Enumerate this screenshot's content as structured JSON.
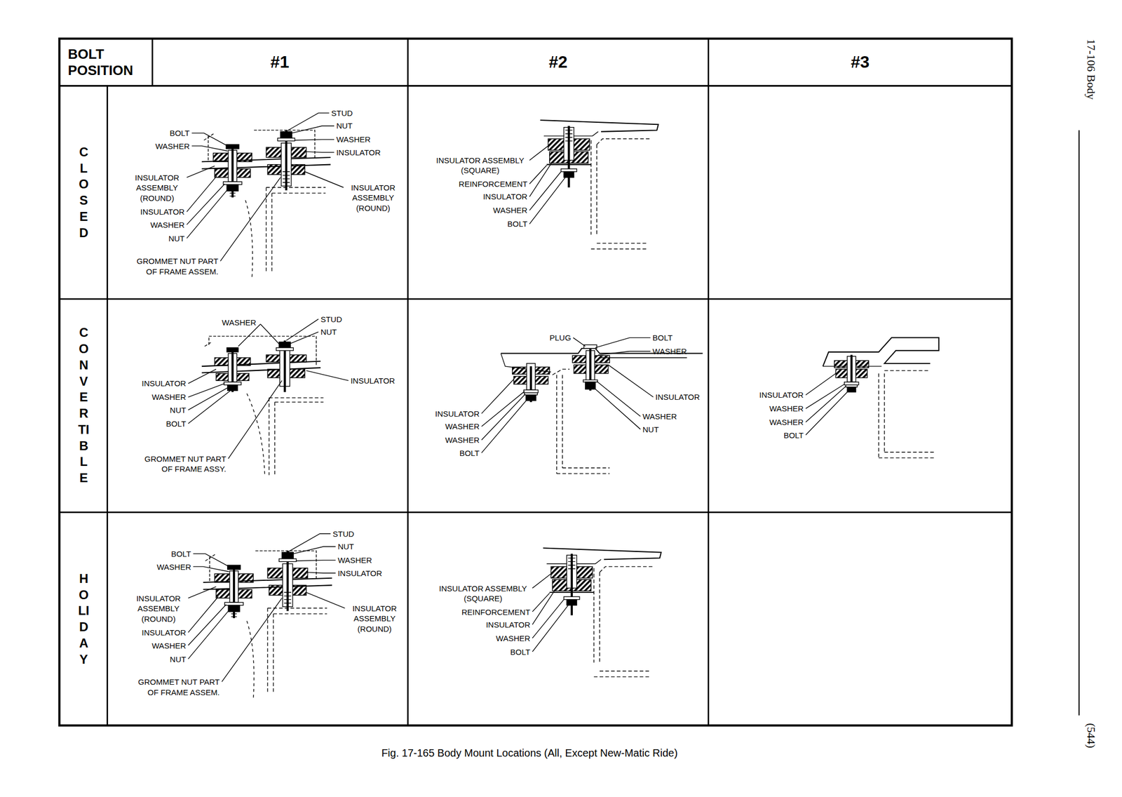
{
  "diagram": {
    "caption": "Fig. 17-165 Body Mount Locations (All, Except New-Matic Ride)",
    "labels": [
      "17-106 Body",
      "BOLT POSITION",
      "#1",
      "#2",
      "#3",
      "CLOSED",
      "BOLT",
      "WASHER",
      "INSULATOR ASSEMBLY (ROUND)",
      "INSULATOR",
      "WASHER",
      "NUT",
      "GROMMET NUT PART OF FRAME ASSEM.",
      "STUD",
      "NUT",
      "WASHER",
      "INSULATOR",
      "INSULATOR ASSEMBLY (ROUND)",
      "INSULATOR ASSEMBLY (SQUARE)",
      "REINFORCEMENT",
      "INSULATOR",
      "WASHER",
      "BOLT",
      "CONVERTIBLE",
      "WASHER",
      "STUD",
      "NUT",
      "INSULATOR",
      "WASHER",
      "NUT",
      "BOLT",
      "INSULATOR",
      "GROMMET NUT PART OF FRAME ASSY.",
      "PLUG",
      "BOLT",
      "WASHER",
      "INSULATOR",
      "WASHER",
      "NUT",
      "INSULATOR",
      "WASHER",
      "WASHER",
      "BOLT",
      "INSULATOR",
      "WASHER",
      "WASHER",
      "BOLT",
      "HOLIDAY",
      "BOLT",
      "WASHER",
      "INSULATOR ASSEMBLY (ROUND)",
      "INSULATOR",
      "WASHER",
      "NUT",
      "GROMMET NUT PART OF FRAME ASSEM.",
      "STUD",
      "NUT",
      "WASHER",
      "INSULATOR",
      "INSULATOR ASSEMBLY (ROUND)",
      "INSULATOR ASSEMBLY (SQUARE)",
      "REINFORCEMENT",
      "INSULATOR",
      "WASHER",
      "BOLT",
      "(544)"
    ]
  }
}
